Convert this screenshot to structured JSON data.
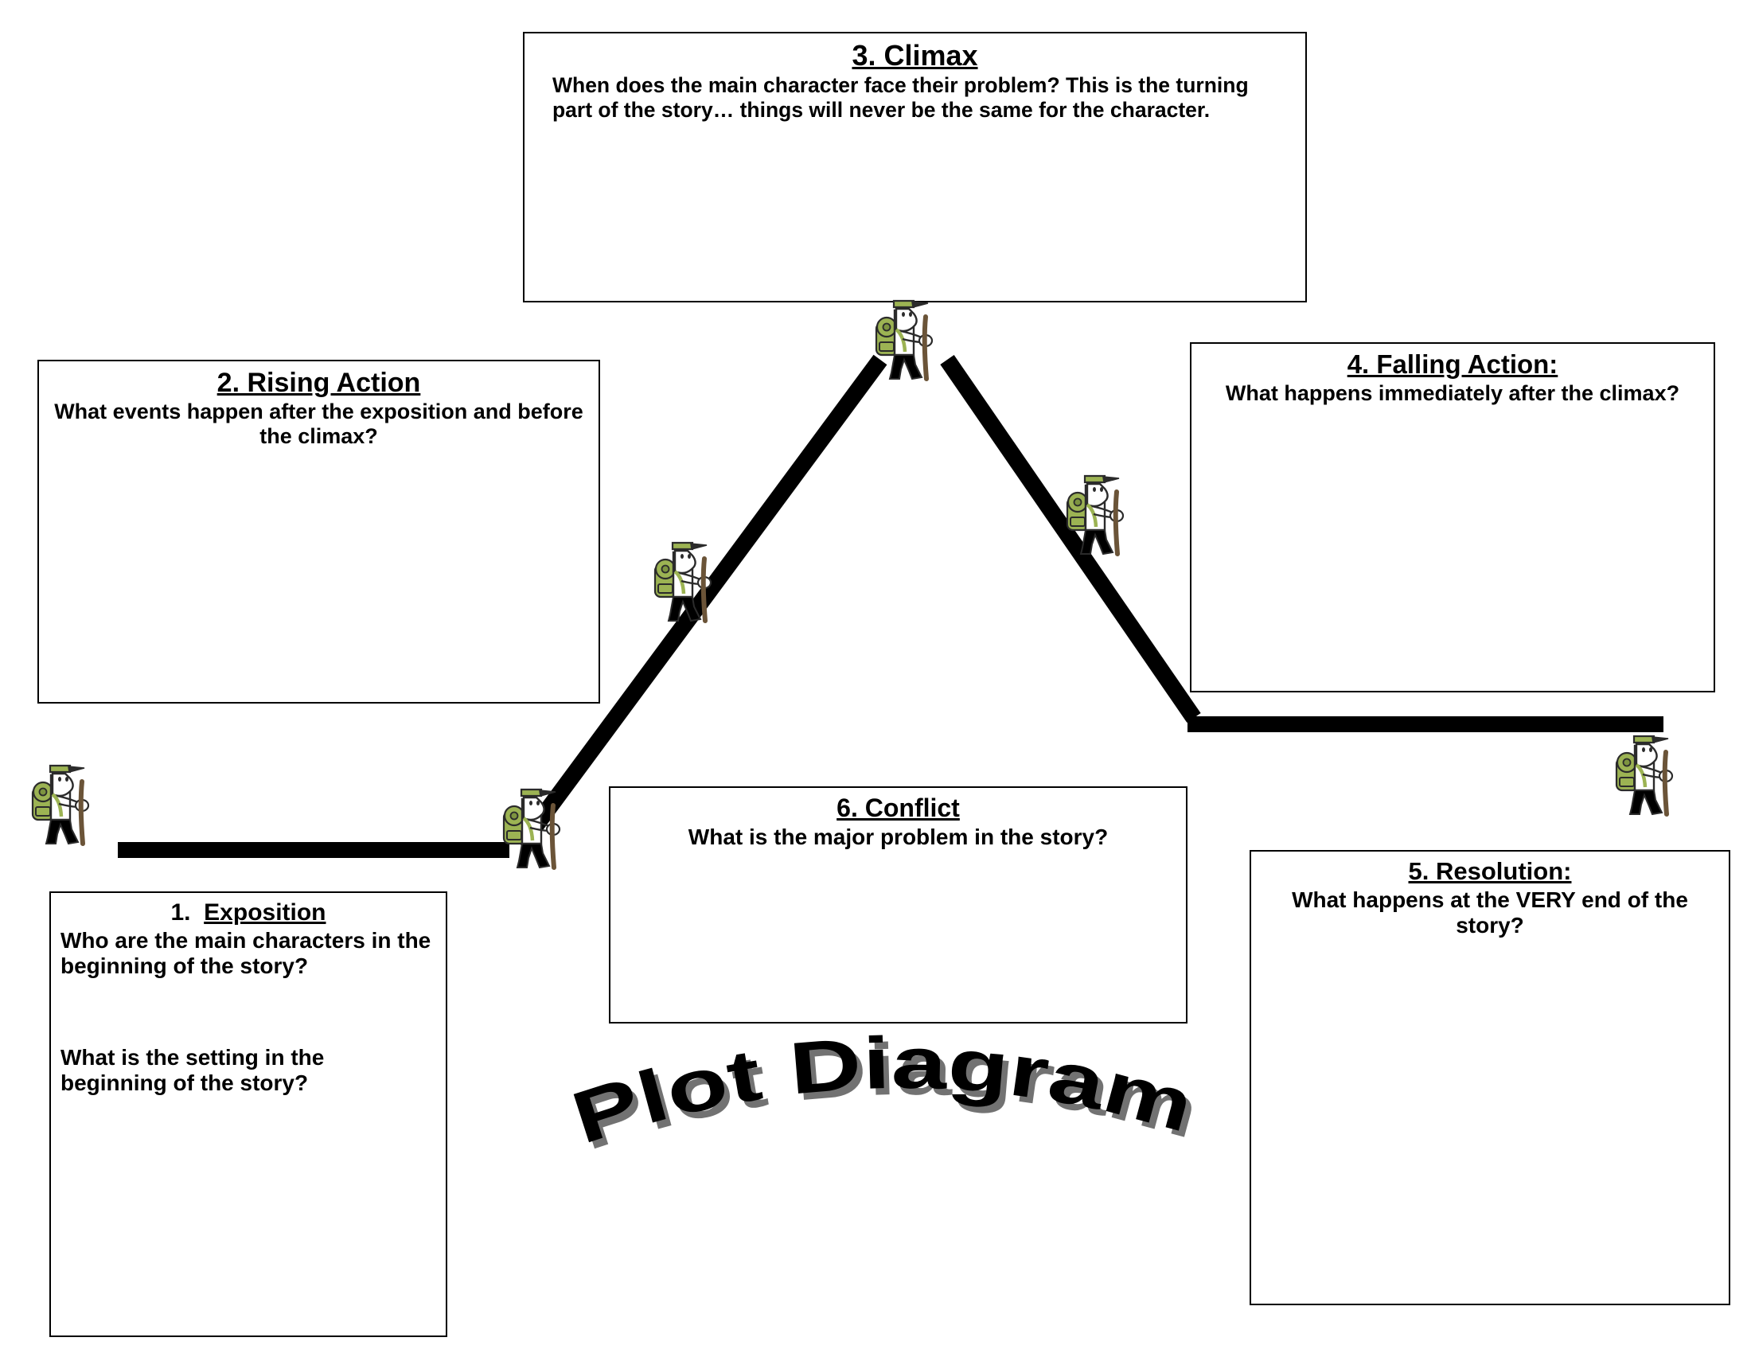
{
  "document": {
    "title": "Plot Diagram",
    "background_color": "#ffffff",
    "line_color": "#000000",
    "border_color": "#000000",
    "text_color": "#000000"
  },
  "title_art": {
    "text": "Plot Diagram",
    "style": "arched-wordart-bold-shadow",
    "letters": [
      "P",
      "l",
      "o",
      "t",
      " ",
      "D",
      "i",
      "a",
      "g",
      "r",
      "a",
      "m"
    ]
  },
  "boxes": {
    "climax": {
      "number": "3.",
      "heading": "Climax",
      "heading_full": "3. Climax",
      "body": "When does the main character face their problem? This is the turning part of the story… things will never be the same for the character."
    },
    "rising_action": {
      "number": "2.",
      "heading": "Rising Action",
      "heading_full": "2. Rising Action",
      "body": "What events happen after the exposition and before the climax?"
    },
    "falling_action": {
      "number": "4.",
      "heading": "Falling Action:",
      "heading_full": "4. Falling Action:",
      "body": "What happens immediately after the climax?"
    },
    "exposition": {
      "number": "1.",
      "heading": "Exposition",
      "heading_full": "1.  Exposition",
      "body_1": "Who are the main characters in the beginning of the story?",
      "body_2": "What is the setting in the beginning of the story?"
    },
    "conflict": {
      "number": "6.",
      "heading": "Conflict",
      "heading_full": "6.  Conflict",
      "body": "What is the major problem in the story?"
    },
    "resolution": {
      "number": "5.",
      "heading": "Resolution:",
      "heading_full": "5. Resolution:",
      "body": "What happens at the VERY end of the story?"
    }
  },
  "hikers": {
    "count": 6,
    "colors": {
      "cap": "#94ab4e",
      "backpack": "#9cb353",
      "body": "#ffffff",
      "outline": "#2b2b2b",
      "legs": "#000000",
      "stick": "#6b5438"
    },
    "positions": [
      {
        "name": "hiker-exposition-start",
        "stage": "start of story"
      },
      {
        "name": "hiker-conflict",
        "stage": "conflict"
      },
      {
        "name": "hiker-rising-action",
        "stage": "rising action"
      },
      {
        "name": "hiker-climax",
        "stage": "climax peak"
      },
      {
        "name": "hiker-falling-action",
        "stage": "falling action"
      },
      {
        "name": "hiker-resolution",
        "stage": "resolution end"
      }
    ]
  },
  "plot_line": {
    "description": "Bold black plot arc: flat baseline, rising diagonal to apex, falling diagonal, flat resolution line",
    "stroke_width": 18
  }
}
